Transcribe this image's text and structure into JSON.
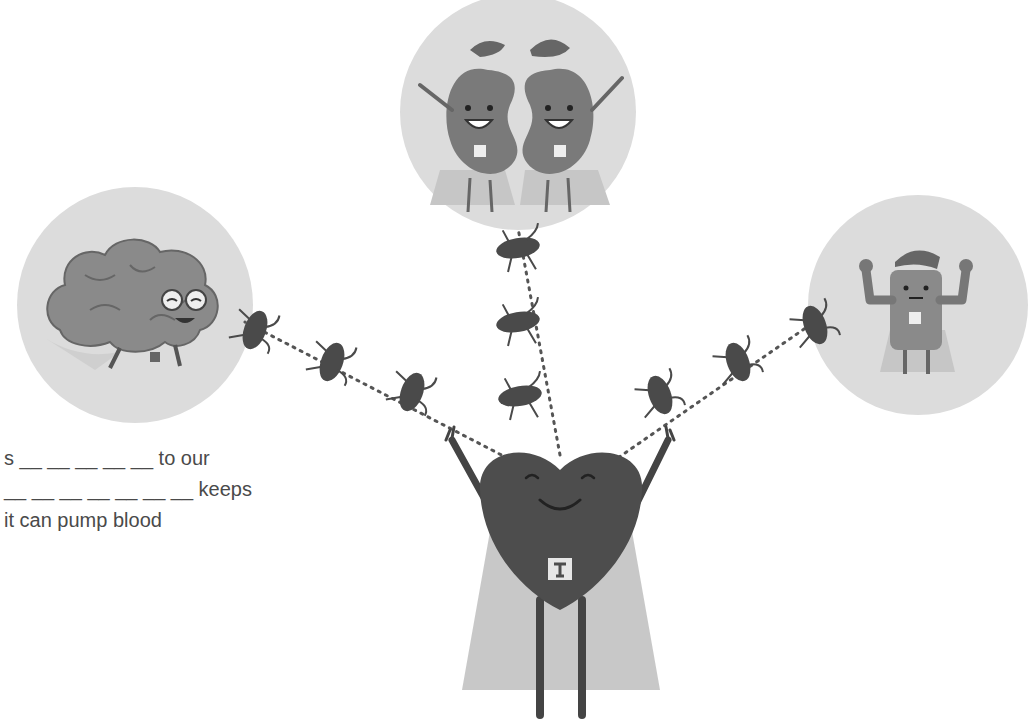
{
  "diagram": {
    "labels": [
      "s __ __ __ __ __ to our",
      "__ __ __ __ __ __ __ keeps",
      "it can pump blood"
    ]
  }
}
